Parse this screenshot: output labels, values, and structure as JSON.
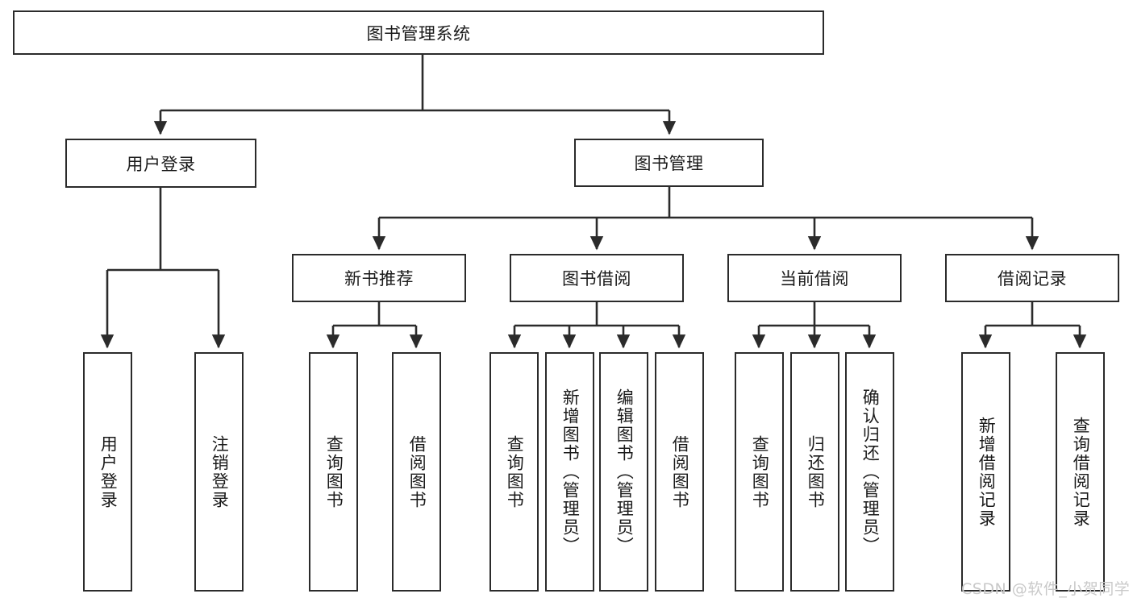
{
  "diagram": {
    "type": "hierarchy-tree",
    "title": "图书管理系统",
    "root": {
      "label": "图书管理系统"
    },
    "level2": [
      {
        "id": "user-login",
        "label": "用户登录"
      },
      {
        "id": "book-management",
        "label": "图书管理"
      }
    ],
    "level3": [
      {
        "id": "new-book-recommend",
        "label": "新书推荐",
        "parent": "book-management"
      },
      {
        "id": "book-borrow",
        "label": "图书借阅",
        "parent": "book-management"
      },
      {
        "id": "current-borrow",
        "label": "当前借阅",
        "parent": "book-management"
      },
      {
        "id": "borrow-record",
        "label": "借阅记录",
        "parent": "book-management"
      }
    ],
    "leaves": [
      {
        "id": "leaf-user-login",
        "label": "用户登录",
        "parent": "user-login"
      },
      {
        "id": "leaf-logout-login",
        "label": "注销登录",
        "parent": "user-login"
      },
      {
        "id": "leaf-query-book-1",
        "label": "查询图书",
        "parent": "new-book-recommend"
      },
      {
        "id": "leaf-borrow-book-1",
        "label": "借阅图书",
        "parent": "new-book-recommend"
      },
      {
        "id": "leaf-query-book-2",
        "label": "查询图书",
        "parent": "book-borrow"
      },
      {
        "id": "leaf-add-book",
        "label": "新增图书（管理员）",
        "parent": "book-borrow"
      },
      {
        "id": "leaf-edit-book",
        "label": "编辑图书（管理员）",
        "parent": "book-borrow"
      },
      {
        "id": "leaf-borrow-book-2",
        "label": "借阅图书",
        "parent": "book-borrow"
      },
      {
        "id": "leaf-query-book-3",
        "label": "查询图书",
        "parent": "current-borrow"
      },
      {
        "id": "leaf-return-book",
        "label": "归还图书",
        "parent": "current-borrow"
      },
      {
        "id": "leaf-confirm-return",
        "label": "确认归还（管理员）",
        "parent": "current-borrow"
      },
      {
        "id": "leaf-add-record",
        "label": "新增借阅记录",
        "parent": "borrow-record"
      },
      {
        "id": "leaf-query-record",
        "label": "查询借阅记录",
        "parent": "borrow-record"
      }
    ]
  },
  "watermark": {
    "text": "CSDN @软件_小贺同学"
  },
  "colors": {
    "stroke": "#2b2b2b",
    "fill": "#ffffff",
    "text": "#1a1a1a",
    "watermark": "#c9c9c9"
  }
}
